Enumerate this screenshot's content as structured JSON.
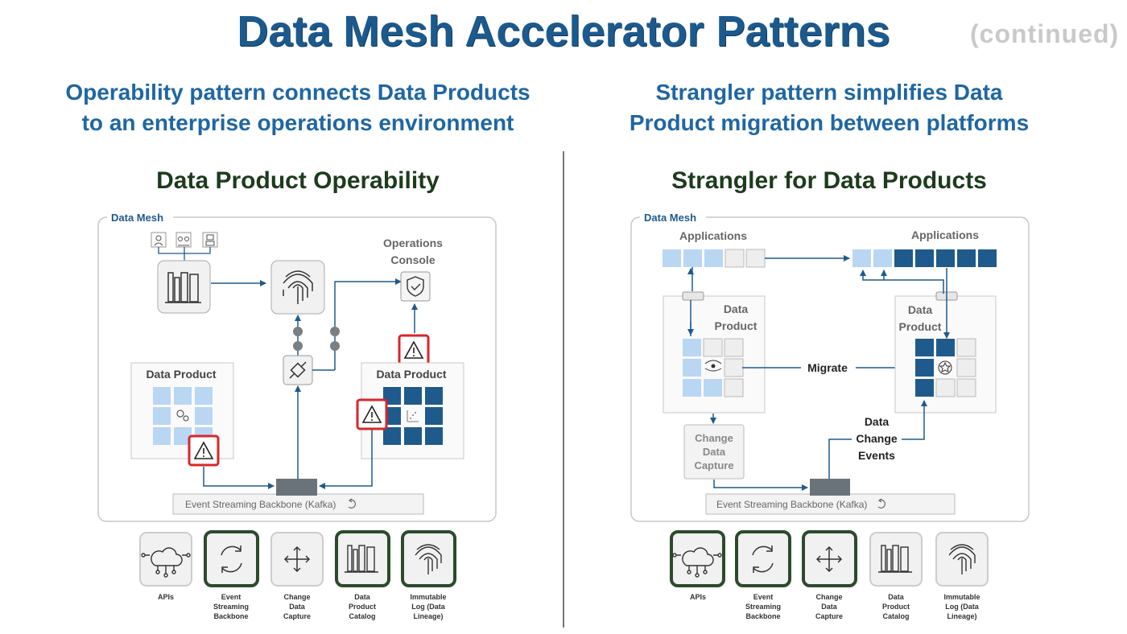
{
  "title": "Data Mesh Accelerator Patterns",
  "continued": "(continued)",
  "left": {
    "subtitle_line1": "Operability pattern connects Data Products",
    "subtitle_line2": "to an enterprise operations environment",
    "section_title": "Data Product Operability",
    "mesh_label": "Data Mesh",
    "ops_console_line1": "Operations",
    "ops_console_line2": "Console",
    "data_product_a": "Data Product",
    "data_product_b": "Data Product",
    "backbone": "Event Streaming Backbone (Kafka)",
    "legend": [
      {
        "icon": "cloud-network-icon",
        "lines": [
          "APIs"
        ],
        "highlight": false
      },
      {
        "icon": "cycle-arrows-icon",
        "lines": [
          "Event",
          "Streaming",
          "Backbone"
        ],
        "highlight": true
      },
      {
        "icon": "move-arrows-icon",
        "lines": [
          "Change",
          "Data",
          "Capture"
        ],
        "highlight": false
      },
      {
        "icon": "catalog-books-icon",
        "lines": [
          "Data",
          "Product",
          "Catalog"
        ],
        "highlight": true
      },
      {
        "icon": "fingerprint-icon",
        "lines": [
          "Immutable",
          "Log (Data",
          "Lineage)"
        ],
        "highlight": true
      }
    ]
  },
  "right": {
    "subtitle_line1": "Strangler pattern simplifies Data",
    "subtitle_line2": "Product migration between platforms",
    "section_title": "Strangler for Data Products",
    "mesh_label": "Data Mesh",
    "applications_left": "Applications",
    "applications_right": "Applications",
    "data_product_left_line1": "Data",
    "data_product_left_line2": "Product",
    "data_product_right_line1": "Data",
    "data_product_right_line2": "Product",
    "migrate": "Migrate",
    "cdc_line1": "Change",
    "cdc_line2": "Data",
    "cdc_line3": "Capture",
    "events_line1": "Data",
    "events_line2": "Change",
    "events_line3": "Events",
    "backbone": "Event Streaming Backbone (Kafka)",
    "legend": [
      {
        "icon": "cloud-network-icon",
        "lines": [
          "APIs"
        ],
        "highlight": true
      },
      {
        "icon": "cycle-arrows-icon",
        "lines": [
          "Event",
          "Streaming",
          "Backbone"
        ],
        "highlight": true
      },
      {
        "icon": "move-arrows-icon",
        "lines": [
          "Change",
          "Data",
          "Capture"
        ],
        "highlight": true
      },
      {
        "icon": "catalog-books-icon",
        "lines": [
          "Data",
          "Product",
          "Catalog"
        ],
        "highlight": false
      },
      {
        "icon": "fingerprint-icon",
        "lines": [
          "Immutable",
          "Log (Data",
          "Lineage)"
        ],
        "highlight": false
      }
    ]
  },
  "colors": {
    "title": "#1c5a8e",
    "subtitle": "#1f66a3",
    "section": "#1d3b1d",
    "dark_blue": "#1f5a8c",
    "light_blue": "#b9d6f3",
    "alert_red": "#d8262b",
    "highlight_green": "#2c4a2c"
  }
}
